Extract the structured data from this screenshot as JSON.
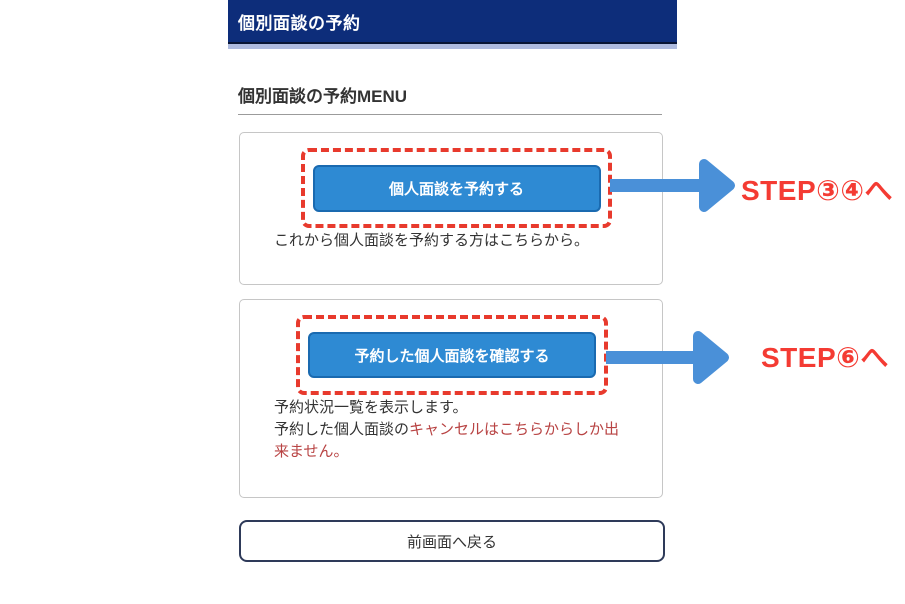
{
  "header": {
    "title": "個別面談の予約"
  },
  "page": {
    "menu_heading": "個別面談の予約MENU"
  },
  "sections": [
    {
      "button_label": "個人面談を予約する",
      "description": "これから個人面談を予約する方はこちらから。"
    },
    {
      "button_label": "予約した個人面談を確認する",
      "description_line1": "予約状況一覧を表示します。",
      "description_prefix": "予約した個人面談の",
      "description_warning": "キャンセルはこちらからしか出来ません。"
    }
  ],
  "back_button": {
    "label": "前画面へ戻る"
  },
  "annotations": [
    {
      "step_label": "STEP③④へ"
    },
    {
      "step_label": "STEP⑥へ"
    }
  ],
  "colors": {
    "header_bg": "#0d2d7a",
    "header_accent_line": "#aebbdf",
    "primary_button_bg": "#2e8ad3",
    "primary_button_border": "#1a6ab0",
    "highlight_dashed_red": "#e83a2d",
    "arrow_blue": "#4a90d8",
    "step_text_red": "#f43b33",
    "warning_text_red": "#b84343",
    "back_button_border": "#2e3a59"
  }
}
